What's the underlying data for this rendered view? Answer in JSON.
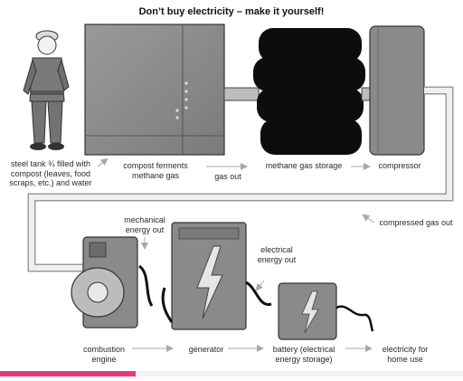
{
  "title": "Don’t buy electricity – make it yourself!",
  "labels": {
    "steel_tank": "steel tank ¾ filled with\ncompost (leaves, food\nscraps, etc.) and water",
    "compost_ferments": "compost ferments\nmethane gas",
    "gas_out": "gas out",
    "methane_storage": "methane gas storage",
    "compressor": "compressor",
    "compressed_gas_out": "compressed gas out",
    "mechanical_energy_out": "mechanical\nenergy out",
    "electrical_energy_out": "electrical\nenergy out",
    "combustion_engine": "combustion\nengine",
    "generator": "generator",
    "battery": "battery (electrical\nenergy storage)",
    "electricity_home": "electricity for\nhome use"
  },
  "colors": {
    "panel_gray": "#8e8e8e",
    "panel_dark": "#6f6f6f",
    "storage_black": "#0d0d0d",
    "arrow_gray": "#a8a8a8",
    "accent_bar": "#e23a7a"
  }
}
